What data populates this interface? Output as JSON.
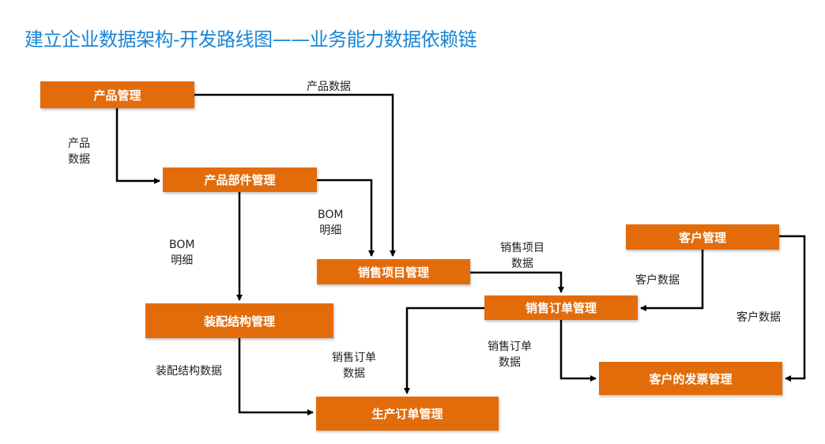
{
  "title": "建立企业数据架构-开发路线图——业务能力数据依赖链",
  "colors": {
    "box": "#E36C0A",
    "title": "#1A85D6",
    "line": "#000000"
  },
  "nodes": {
    "product_mgmt": "产品管理",
    "product_part_mgmt": "产品部件管理",
    "sales_project_mgmt": "销售项目管理",
    "sales_order_mgmt": "销售订单管理",
    "customer_mgmt": "客户管理",
    "customer_invoice_mgmt": "客户的发票管理",
    "assembly_structure_mgmt": "装配结构管理",
    "production_order_mgmt": "生产订单管理"
  },
  "edges": [
    {
      "from": "产品管理",
      "to": "产品部件管理",
      "label": [
        "产品",
        "数据"
      ]
    },
    {
      "from": "产品管理",
      "to": "销售项目管理",
      "label": [
        "产品数据"
      ]
    },
    {
      "from": "产品部件管理",
      "to": "销售项目管理",
      "label": [
        "BOM",
        "明细"
      ]
    },
    {
      "from": "产品部件管理",
      "to": "装配结构管理",
      "label": [
        "BOM",
        "明细"
      ]
    },
    {
      "from": "销售项目管理",
      "to": "销售订单管理",
      "label": [
        "销售项目",
        "数据"
      ]
    },
    {
      "from": "客户管理",
      "to": "销售订单管理",
      "label": [
        "客户数据"
      ]
    },
    {
      "from": "客户管理",
      "to": "客户的发票管理",
      "label": [
        "客户数据"
      ]
    },
    {
      "from": "销售订单管理",
      "to": "生产订单管理",
      "label": [
        "销售订单",
        "数据"
      ]
    },
    {
      "from": "销售订单管理",
      "to": "客户的发票管理",
      "label": [
        "销售订单",
        "数据"
      ]
    },
    {
      "from": "装配结构管理",
      "to": "生产订单管理",
      "label": [
        "装配结构数据"
      ]
    }
  ]
}
